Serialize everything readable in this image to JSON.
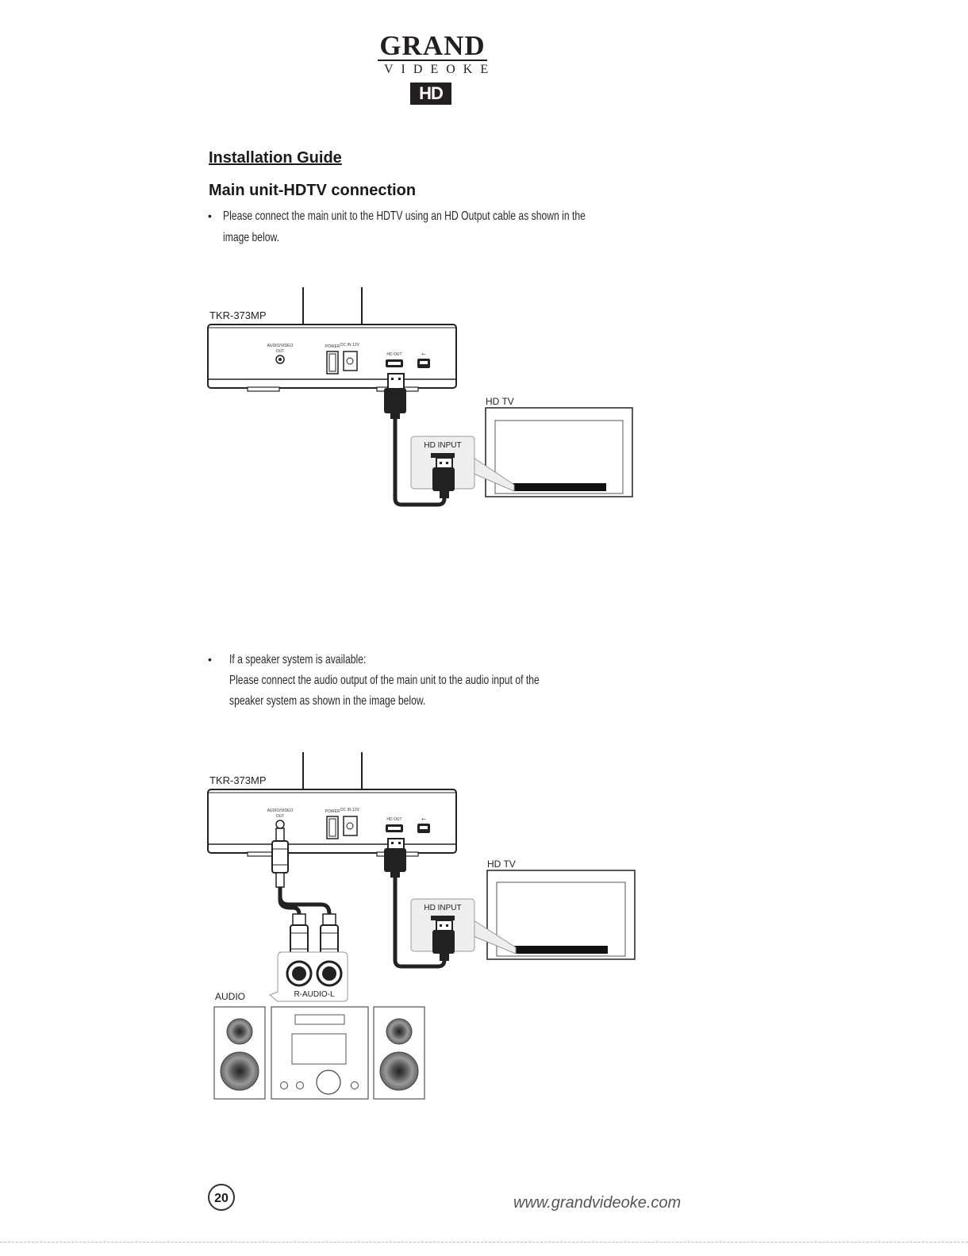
{
  "logo": {
    "brand": "GRAND",
    "sub": "VIDEOKE",
    "badge": "HD"
  },
  "page": {
    "section_title": "Installation Guide",
    "subheading": "Main unit-HDTV connection",
    "bullet1": {
      "marker": "•",
      "line1": "Please connect the main unit to the HDTV using an HD Output cable as shown in the",
      "line2": "image below."
    },
    "bullet2": {
      "marker": "•",
      "line1": "If a speaker system is available:",
      "line2": "Please connect the audio output of the main unit to the audio input of the",
      "line3": "speaker system as shown in the image below."
    }
  },
  "diagram1": {
    "model": "TKR-373MP",
    "av_out_label": "AUDIO/VIDEO",
    "av_out_sub": "OUT",
    "power_label": "POWER",
    "dc_label": "DC IN 12V",
    "hd_out_label": "HD OUT",
    "tv_label": "HD TV",
    "input_label": "HD INPUT"
  },
  "diagram2": {
    "model": "TKR-373MP",
    "av_out_label": "AUDIO/VIDEO",
    "av_out_sub": "OUT",
    "power_label": "POWER",
    "dc_label": "DC IN 12V",
    "hd_out_label": "HD OUT",
    "tv_label": "HD TV",
    "input_label": "HD INPUT",
    "audio_label": "AUDIO",
    "rl_label": "R-AUDIO-L"
  },
  "footer": {
    "page_number": "20",
    "url": "www.grandvideoke.com"
  }
}
